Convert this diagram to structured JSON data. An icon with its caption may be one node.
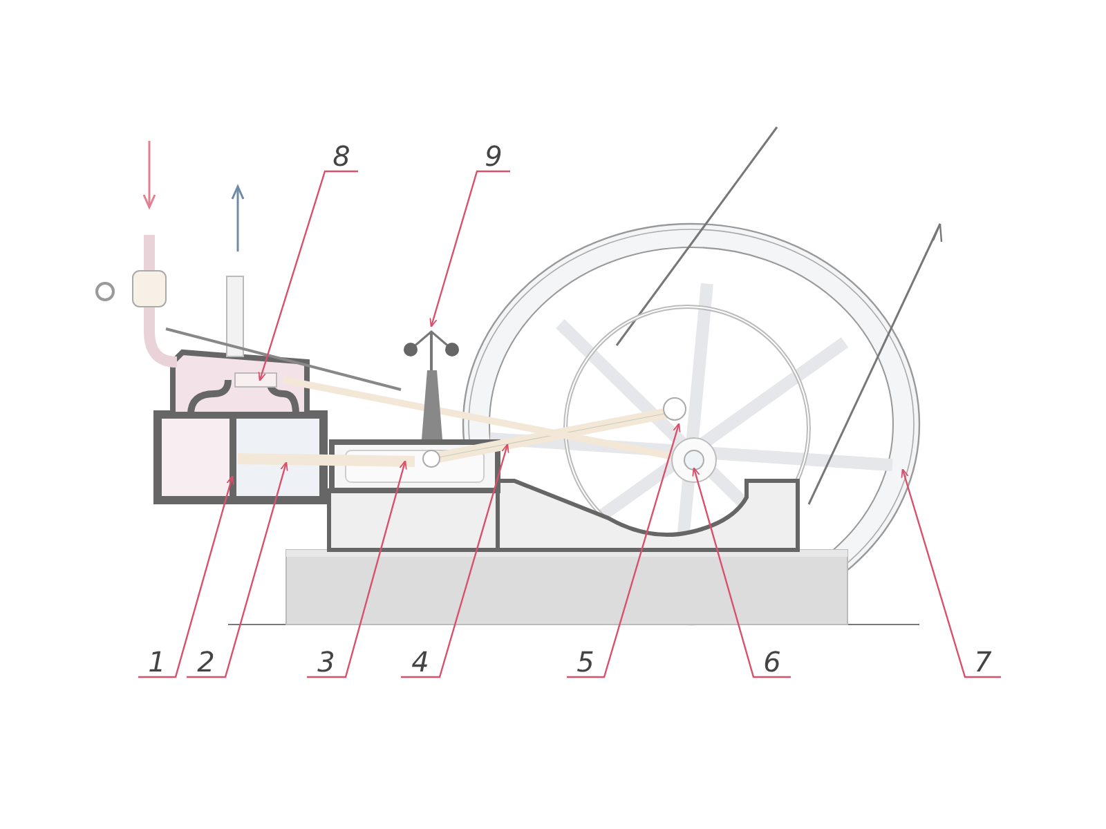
{
  "diagram": {
    "nodes": [
      {
        "text": [
          "1"
        ]
      },
      {
        "text": [
          "2"
        ]
      },
      {
        "text": [
          "3"
        ]
      },
      {
        "text": [
          "4"
        ]
      },
      {
        "text": [
          "5"
        ]
      },
      {
        "text": [
          "6"
        ]
      },
      {
        "text": [
          "7"
        ]
      },
      {
        "text": [
          "8"
        ]
      },
      {
        "text": [
          "9"
        ]
      }
    ],
    "edges": [
      {
        "from": 0,
        "to": null,
        "arrow": "to"
      },
      {
        "from": 1,
        "to": null,
        "arrow": "to"
      },
      {
        "from": 2,
        "to": null,
        "arrow": "to"
      },
      {
        "from": 3,
        "to": null,
        "arrow": "to"
      },
      {
        "from": 4,
        "to": null,
        "arrow": "to"
      },
      {
        "from": 5,
        "to": null,
        "arrow": "to"
      },
      {
        "from": 6,
        "to": null,
        "arrow": "to"
      },
      {
        "from": 7,
        "to": null,
        "arrow": "to"
      },
      {
        "from": 8,
        "to": null,
        "arrow": "to"
      }
    ]
  }
}
